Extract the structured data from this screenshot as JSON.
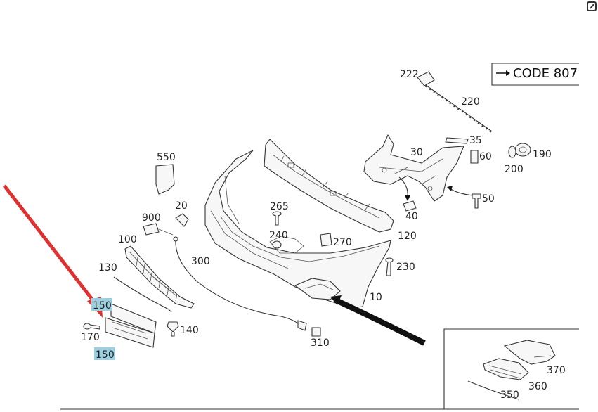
{
  "code_box": {
    "text": "CODE 807"
  },
  "labels": {
    "p10": "10",
    "p20": "20",
    "p30": "30",
    "p35": "35",
    "p40": "40",
    "p50": "50",
    "p60": "60",
    "p100": "100",
    "p120": "120",
    "p130": "130",
    "p140": "140",
    "p150a": "150",
    "p150b": "150",
    "p170": "170",
    "p190": "190",
    "p200": "200",
    "p220": "220",
    "p222": "222",
    "p230": "230",
    "p240": "240",
    "p265": "265",
    "p270": "270",
    "p300": "300",
    "p310": "310",
    "p350": "350",
    "p360": "360",
    "p370": "370",
    "p550": "550",
    "p900": "900"
  },
  "colors": {
    "highlight": "#9ecfe0",
    "arrow_red": "#e03030",
    "arrow_black": "#111111"
  },
  "icons": {
    "corner": "edit-icon"
  }
}
